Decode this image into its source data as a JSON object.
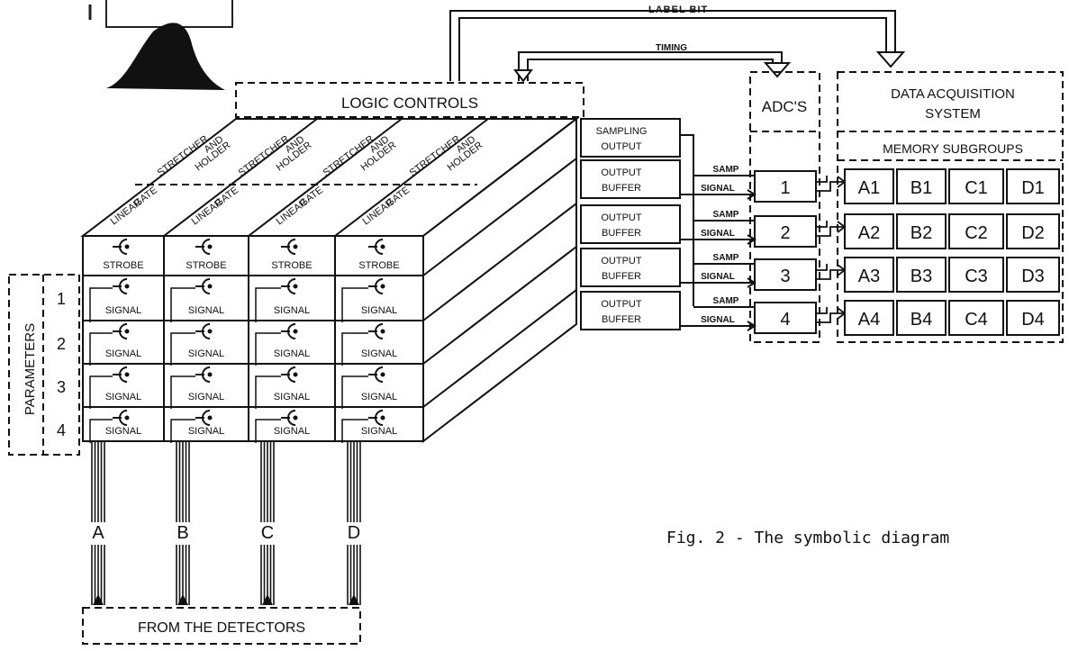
{
  "labels": {
    "label_bit": "LABEL BIT",
    "timing": "TIMING",
    "logic_controls": "LOGIC CONTROLS",
    "adcs": "ADC'S",
    "das_line1": "DATA ACQUISITION",
    "das_line2": "SYSTEM",
    "memory_subgroups": "MEMORY SUBGROUPS",
    "parameters": "PARAMETERS",
    "from_detectors": "FROM THE DETECTORS",
    "caption": "Fig. 2 - The symbolic diagram"
  },
  "top_face": {
    "linear": "LINEAR",
    "gate": "GATE",
    "stretcher": "STRETCHER",
    "and": "AND",
    "holder": "HOLDER"
  },
  "cells": {
    "strobe": "STROBE",
    "signal": "SIGNAL"
  },
  "detectors": [
    "A",
    "B",
    "C",
    "D"
  ],
  "parameters": [
    "1",
    "2",
    "3",
    "4"
  ],
  "output_side": {
    "sampling_line1": "SAMPLING",
    "sampling_line2": "OUTPUT",
    "buffer_line1": "OUTPUT",
    "buffer_line2": "BUFFER",
    "samp": "SAMP",
    "signal": "SIGNAL"
  },
  "adc_numbers": [
    "1",
    "2",
    "3",
    "4"
  ],
  "memory": [
    [
      "A1",
      "B1",
      "C1",
      "D1"
    ],
    [
      "A2",
      "B2",
      "C2",
      "D2"
    ],
    [
      "A3",
      "B3",
      "C3",
      "D3"
    ],
    [
      "A4",
      "B4",
      "C4",
      "D4"
    ]
  ]
}
